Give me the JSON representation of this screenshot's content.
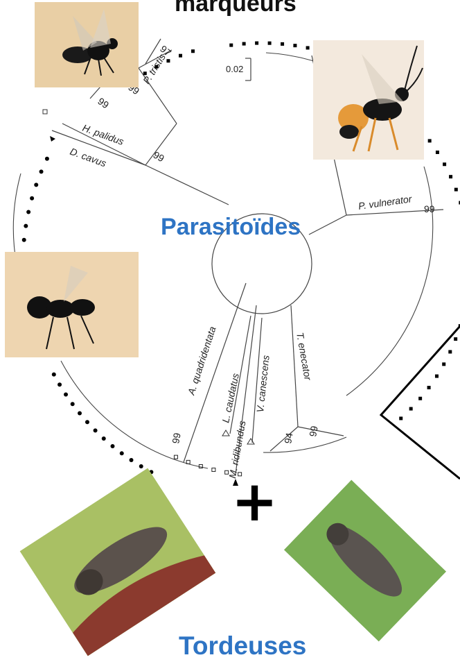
{
  "titles": {
    "top": "marqueurs",
    "center": "Parasitoïdes",
    "bottom": "Tordeuses",
    "plus": "+"
  },
  "scale_bar": {
    "label": "0.02"
  },
  "taxa": {
    "p_tristis": "P. tristis",
    "h_palidus": "H. palidus",
    "d_cavus": "D. cavus",
    "p_vulnerator": "P. vulnerator",
    "a_quadridentata": "A. quadridentata",
    "l_caudatus": "L. caudatus",
    "m_ridibundus": "M. ridibundus",
    "v_canescens": "V. canescens",
    "t_enecator": "T. enecator"
  },
  "bootstrap": {
    "b1": "97",
    "b2": "99",
    "b3": "99",
    "b4": "99",
    "b5": "99",
    "b6": "99",
    "b7": "99",
    "b8": "94"
  },
  "photos": [
    {
      "name": "wasp-photo-1",
      "subject": "black parasitoid wasp"
    },
    {
      "name": "wasp-photo-2",
      "subject": "parasitoid wasp with orange abdomen"
    },
    {
      "name": "wasp-photo-3",
      "subject": "black parasitoid wasp"
    },
    {
      "name": "moth-photo-1",
      "subject": "tortricid moth on leaf"
    },
    {
      "name": "moth-photo-2",
      "subject": "tortricid moth on leaf"
    }
  ],
  "colors": {
    "accent_blue": "#2E74C4",
    "tree_line": "#555555",
    "marker": "#000000"
  }
}
